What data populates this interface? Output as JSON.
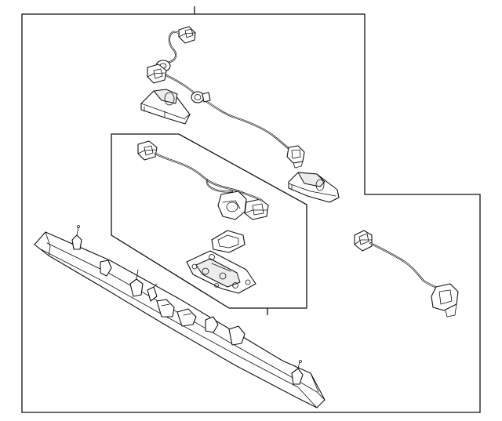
{
  "diagram": {
    "type": "exploded-parts-diagram",
    "colors": {
      "line": "#111111",
      "background": "#ffffff",
      "shade": "#ececec"
    },
    "parts": [
      {
        "name": "upper-wiring-harness",
        "icon": "wire-harness-icon"
      },
      {
        "name": "license-lamp-left",
        "icon": "lamp-housing-icon"
      },
      {
        "name": "license-lamp-right",
        "icon": "lamp-housing-icon"
      },
      {
        "name": "camera-wiring-harness",
        "icon": "wire-harness-icon"
      },
      {
        "name": "camera-bracket",
        "icon": "bracket-icon"
      },
      {
        "name": "camera-gasket",
        "icon": "gasket-icon"
      },
      {
        "name": "camera-mount-plate",
        "icon": "mount-plate-icon"
      },
      {
        "name": "side-connector-harness",
        "icon": "wire-harness-icon"
      },
      {
        "name": "tailgate-applique-garnish",
        "icon": "garnish-bar-icon"
      }
    ]
  }
}
